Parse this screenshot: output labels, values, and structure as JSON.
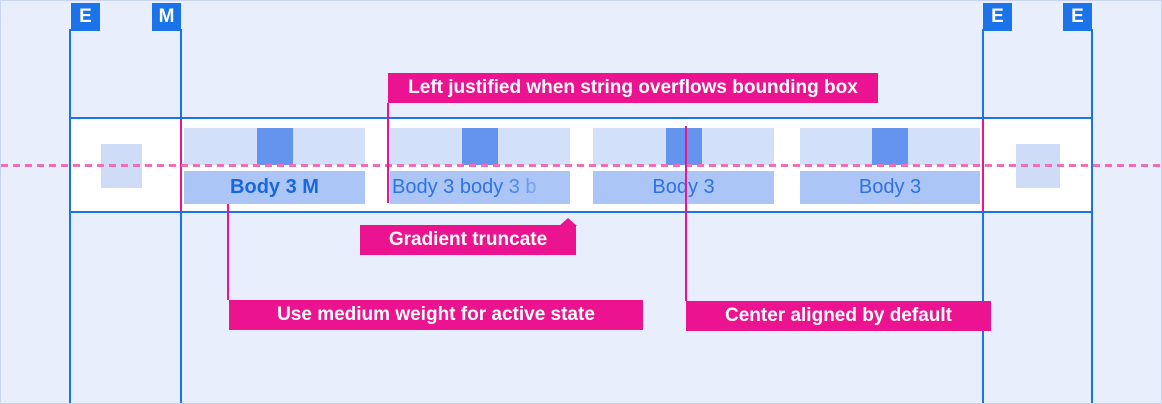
{
  "markers": {
    "items": [
      "E",
      "M",
      "E",
      "E"
    ]
  },
  "tabbar": {
    "tabs": [
      {
        "label": "Body 3 M",
        "state": "active"
      },
      {
        "label": "Body 3 body 3 b",
        "truncation": "gradient"
      },
      {
        "label": "Body 3",
        "state": "default"
      },
      {
        "label": "Body 3",
        "state": "default"
      }
    ]
  },
  "annotations": {
    "left_justified": "Left justified when string overflows bounding box",
    "gradient_truncate": "Gradient truncate",
    "medium_weight": "Use medium weight for active state",
    "center_aligned": "Center aligned by default"
  },
  "colors": {
    "canvas_bg": "#E8EEFB",
    "guide_blue": "#1A73E8",
    "annotation_magenta": "#EC1390",
    "baseline_pink": "#F26CB8",
    "tab_top_bg": "#D2E0FA",
    "tab_icon": "#6494EE",
    "tab_label_bg": "#ABC5F7",
    "active_text": "#1A66DB",
    "normal_text": "#2F72E2"
  }
}
